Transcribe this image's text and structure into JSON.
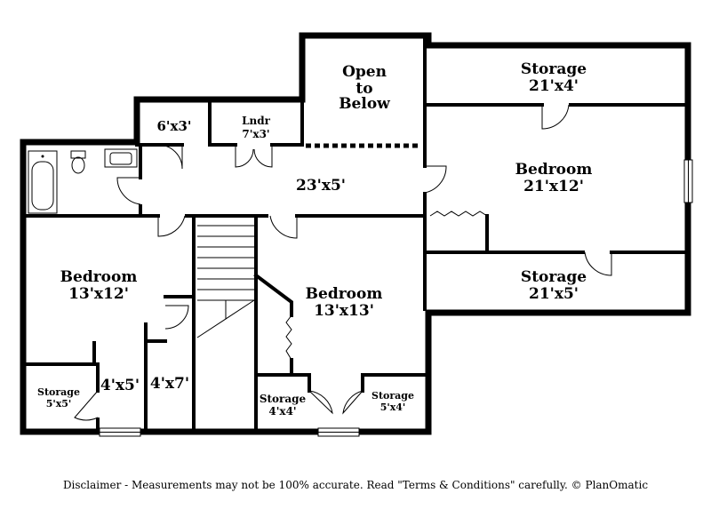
{
  "rooms": {
    "open_to_below": [
      "Open",
      "to",
      "Below"
    ],
    "storage_top": {
      "name": "Storage",
      "size": "21'x4'"
    },
    "bedroom_right": {
      "name": "Bedroom",
      "size": "21'x12'"
    },
    "storage_right": {
      "name": "Storage",
      "size": "21'x5'"
    },
    "closet_small": {
      "size": "6'x3'"
    },
    "laundry": {
      "name": "Lndr",
      "size": "7'x3'"
    },
    "hall": {
      "size": "23'x5'"
    },
    "bedroom_left": {
      "name": "Bedroom",
      "size": "13'x12'"
    },
    "bedroom_middle": {
      "name": "Bedroom",
      "size": "13'x13'"
    },
    "storage_left": {
      "name": "Storage",
      "size": "5'x5'"
    },
    "closet_4x5": {
      "size": "4'x5'"
    },
    "closet_4x7": {
      "size": "4'x7'"
    },
    "storage_4x4": {
      "name": "Storage",
      "size": "4'x4'"
    },
    "storage_5x4": {
      "name": "Storage",
      "size": "5'x4'"
    }
  },
  "disclaimer": "Disclaimer - Measurements may not be 100% accurate. Read \"Terms & Conditions\" carefully. © PlanOmatic"
}
